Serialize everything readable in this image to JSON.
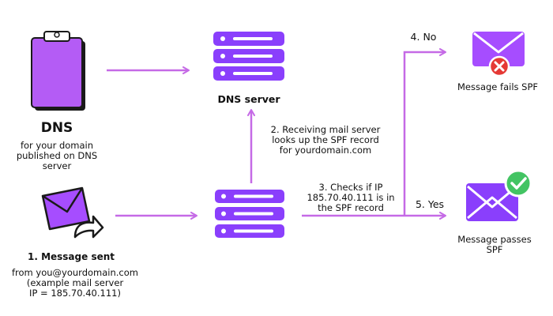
{
  "dns": {
    "title": "DNS",
    "caption_lines": [
      "for your domain",
      "published on DNS",
      "server"
    ]
  },
  "dns_server": {
    "label": "DNS server"
  },
  "step1": {
    "title": "1. Message sent",
    "lines": [
      "from you@yourdomain.com",
      "(example mail server",
      "IP = 185.70.40.111)"
    ]
  },
  "step2": {
    "lines": [
      "2. Receiving mail server",
      "looks up the SPF record",
      "for yourdomain.com"
    ]
  },
  "step3": {
    "lines": [
      "3. Checks if IP",
      "185.70.40.111 is in",
      "the SPF record"
    ]
  },
  "step4": {
    "label": "4. No"
  },
  "step5": {
    "label": "5. Yes"
  },
  "fail": {
    "label": "Message fails SPF"
  },
  "pass": {
    "lines": [
      "Message passes",
      "SPF"
    ]
  },
  "colors": {
    "purple": "#a64dff",
    "purple_dark": "#7d2ee6",
    "arrow": "#c56ae6",
    "server": "#8a3ffc",
    "red": "#e53935",
    "green": "#43c463"
  }
}
